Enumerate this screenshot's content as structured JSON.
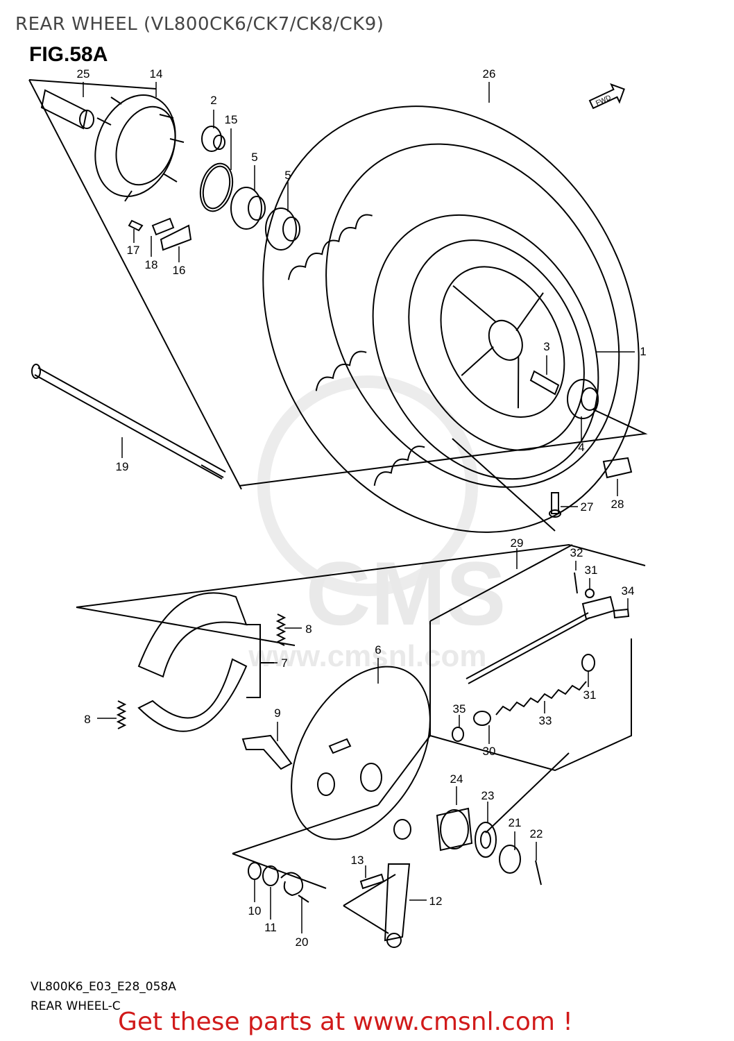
{
  "header": {
    "title": "REAR WHEEL (VL800CK6/CK7/CK8/CK9)",
    "figure": "FIG.58A"
  },
  "diagram": {
    "watermark_main": "CMS",
    "watermark_url": "www.cmsnl.com",
    "fwd_label": "FWD",
    "callouts": [
      "1",
      "2",
      "3",
      "4",
      "5",
      "5",
      "6",
      "7",
      "8",
      "8",
      "9",
      "10",
      "11",
      "12",
      "13",
      "14",
      "15",
      "16",
      "17",
      "18",
      "19",
      "20",
      "21",
      "22",
      "23",
      "24",
      "25",
      "26",
      "27",
      "28",
      "29",
      "30",
      "31",
      "31",
      "32",
      "33",
      "34",
      "35"
    ]
  },
  "footer": {
    "code": "VL800K6_E03_E28_058A",
    "subtitle": "REAR WHEEL-C",
    "cta": "Get these parts at www.cmsnl.com !"
  },
  "colors": {
    "line": "#000000",
    "cta": "#d11a1a",
    "watermark": "#e9e9e9"
  }
}
